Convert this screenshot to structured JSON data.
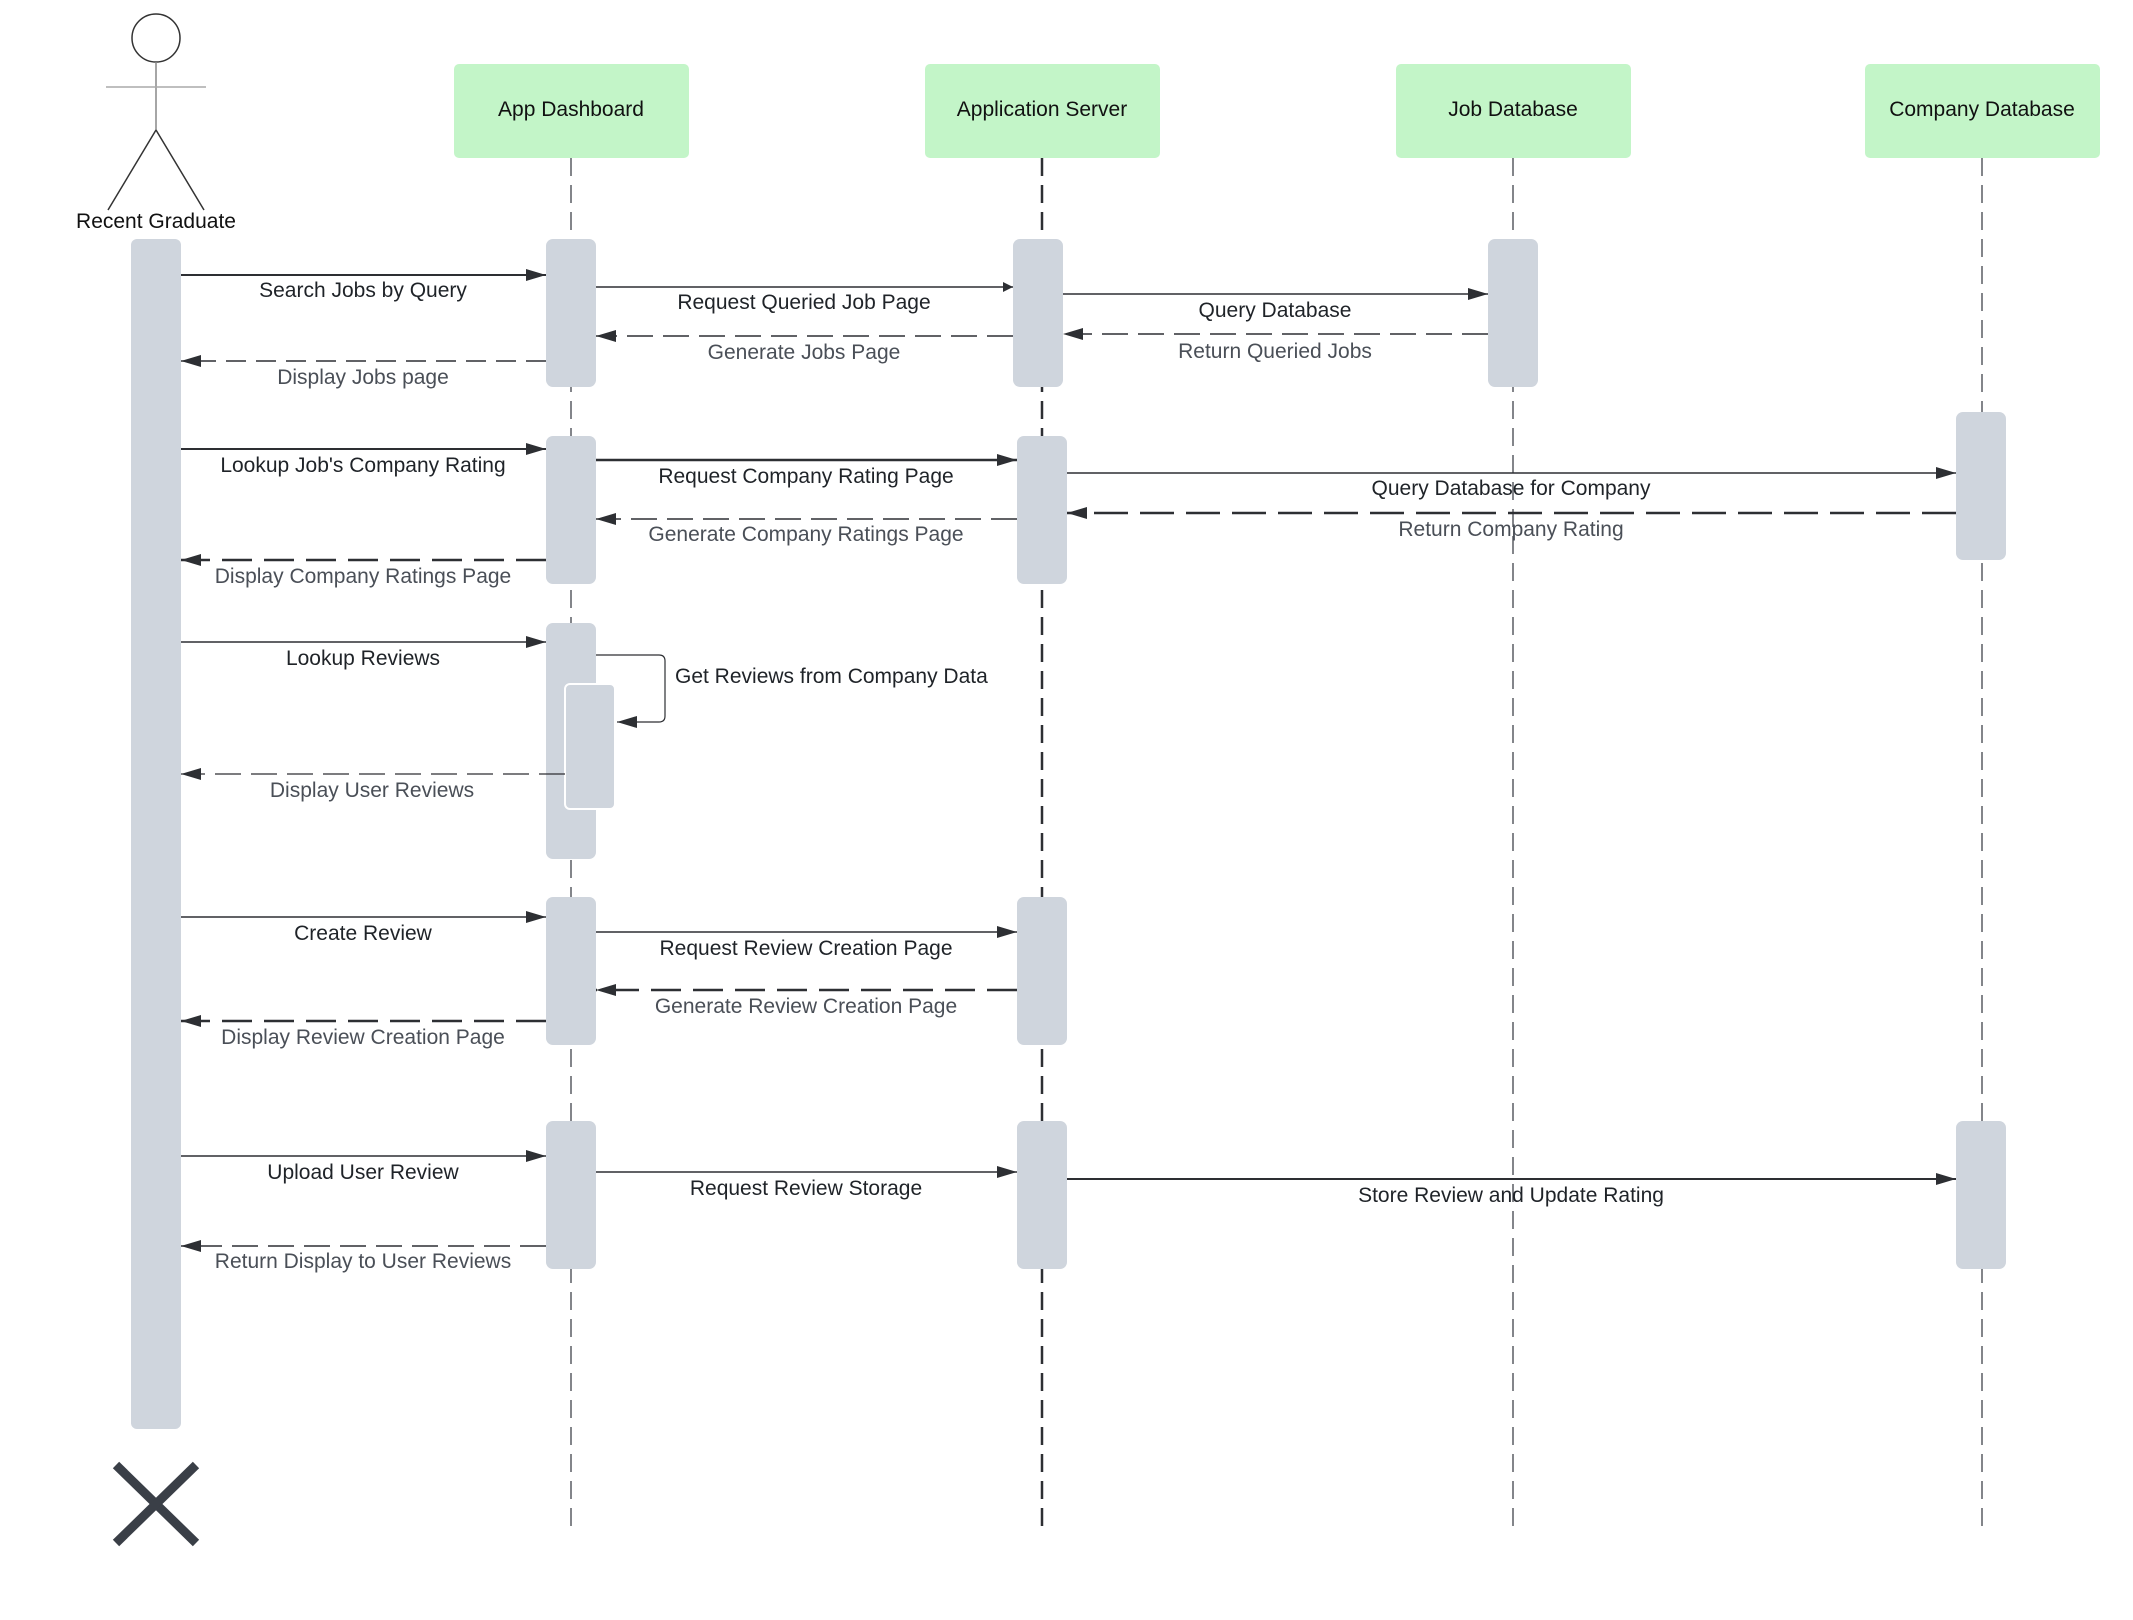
{
  "actor": {
    "label": "Recent Graduate"
  },
  "participants": [
    {
      "id": "dashboard",
      "label": "App Dashboard"
    },
    {
      "id": "server",
      "label": "Application Server"
    },
    {
      "id": "jobdb",
      "label": "Job Database"
    },
    {
      "id": "companydb",
      "label": "Company Database"
    }
  ],
  "messages": [
    {
      "label": "Search Jobs by Query",
      "kind": "call"
    },
    {
      "label": "Request Queried Job Page",
      "kind": "call"
    },
    {
      "label": "Query Database",
      "kind": "call"
    },
    {
      "label": "Return Queried Jobs",
      "kind": "return"
    },
    {
      "label": "Generate Jobs Page",
      "kind": "return"
    },
    {
      "label": "Display Jobs page",
      "kind": "return"
    },
    {
      "label": "Lookup Job's Company Rating",
      "kind": "call"
    },
    {
      "label": "Request Company Rating Page",
      "kind": "call"
    },
    {
      "label": "Query Database for Company",
      "kind": "call"
    },
    {
      "label": "Return Company Rating",
      "kind": "return"
    },
    {
      "label": "Generate Company Ratings Page",
      "kind": "return"
    },
    {
      "label": "Display Company Ratings Page",
      "kind": "return"
    },
    {
      "label": "Lookup Reviews",
      "kind": "call"
    },
    {
      "label": "Get Reviews from Company Data",
      "kind": "self"
    },
    {
      "label": "Display User Reviews",
      "kind": "return"
    },
    {
      "label": "Create Review",
      "kind": "call"
    },
    {
      "label": "Request Review Creation Page",
      "kind": "call"
    },
    {
      "label": "Generate Review Creation Page",
      "kind": "return"
    },
    {
      "label": "Display Review Creation Page",
      "kind": "return"
    },
    {
      "label": "Upload User Review",
      "kind": "call"
    },
    {
      "label": "Request Review Storage",
      "kind": "call"
    },
    {
      "label": "Store Review and Update Rating",
      "kind": "call"
    },
    {
      "label": "Return Display to User Reviews",
      "kind": "return"
    }
  ],
  "colors": {
    "participant_fill": "#c3f5c8",
    "activation_fill": "#cfd5dd",
    "line": "#2d2f33",
    "lifeline": "#5a5d63",
    "terminator": "#3a3f47"
  }
}
